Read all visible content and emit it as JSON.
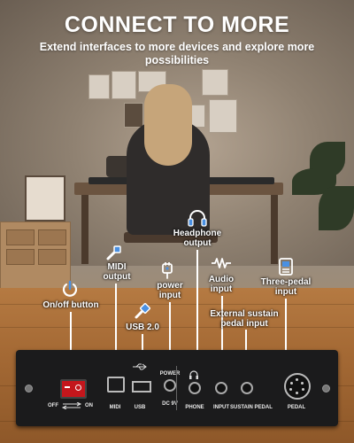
{
  "header": {
    "title": "CONNECT TO MORE",
    "subtitle": "Extend interfaces to more devices and explore more possibilities"
  },
  "callouts": {
    "on_off": "On/off button",
    "midi_output_line1": "MIDI",
    "midi_output_line2": "output",
    "usb": "USB 2.0",
    "power_line1": "power",
    "power_line2": "input",
    "headphone_line1": "Headphone",
    "headphone_line2": "output",
    "audio_line1": "Audio",
    "audio_line2": "input",
    "sustain_line1": "External sustain",
    "sustain_line2": "pedal input",
    "three_pedal_line1": "Three-pedal",
    "three_pedal_line2": "input"
  },
  "panel": {
    "off_label": "OFF",
    "on_label": "ON",
    "midi_label": "MIDI",
    "usb_label": "USB",
    "power_label": "POWER",
    "dc_label": "DC 9V",
    "phone_label": "PHONE",
    "input_label": "INPUT",
    "sustain_label": "SUSTAIN PEDAL",
    "pedal_label": "PEDAL"
  },
  "colors": {
    "text": "#ffffff",
    "panel": "#1b1b1c",
    "switch": "#c4161c",
    "icon_accent": "#4a90e2"
  },
  "icons": [
    "power-icon",
    "midi-icon",
    "usb-icon",
    "power-plug-icon",
    "headphone-icon",
    "audio-wave-icon",
    "pedal-icon"
  ]
}
